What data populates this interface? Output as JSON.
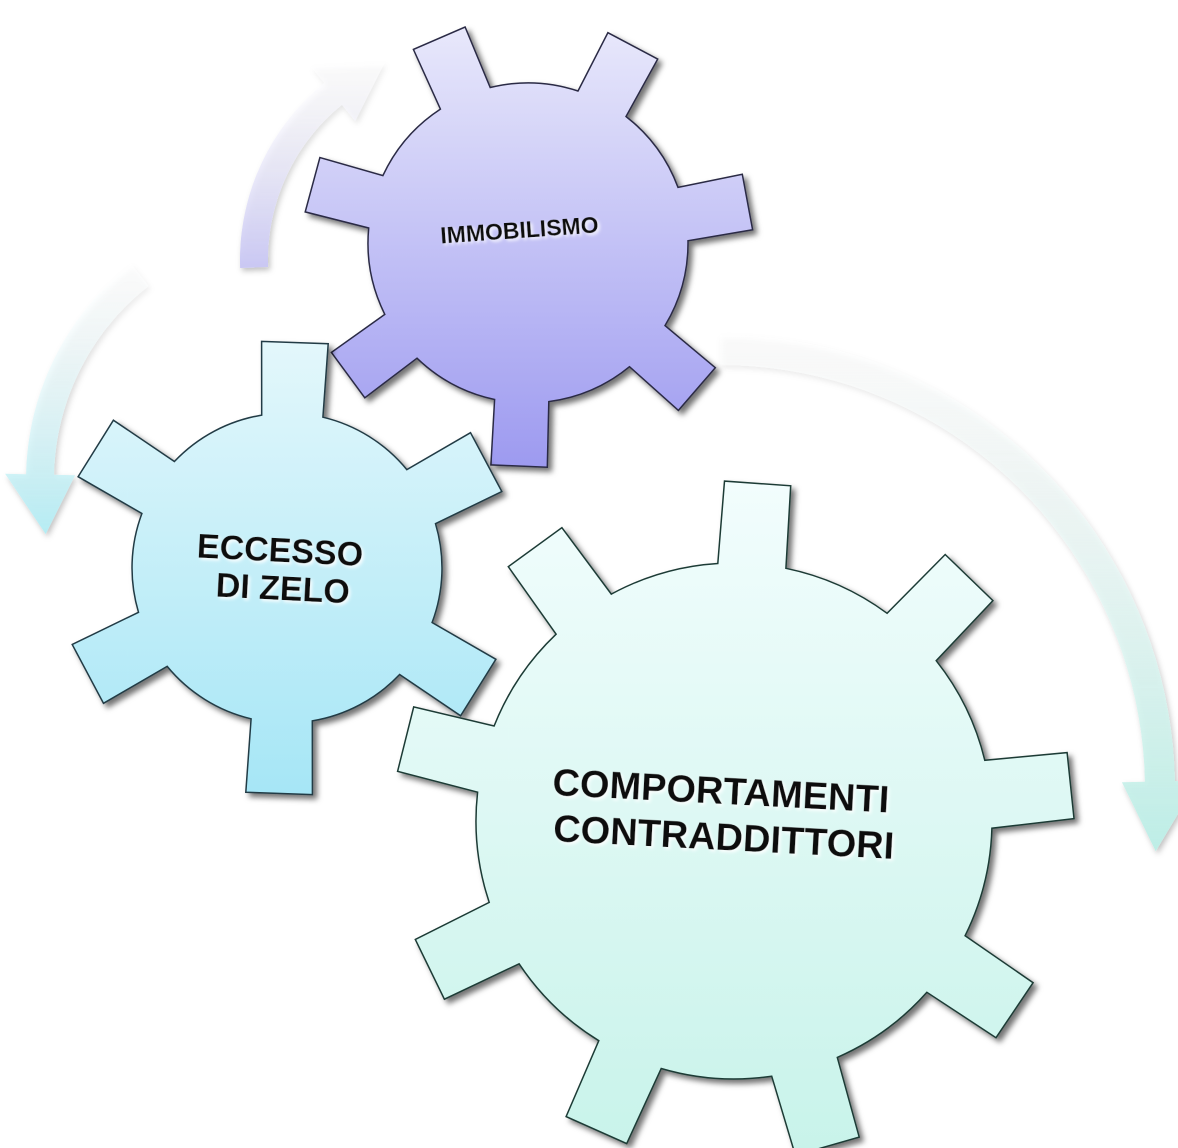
{
  "gears": [
    {
      "id": "immobilismo",
      "lines": [
        "IMMOBILISMO"
      ],
      "color_top": "#e8e8fb",
      "color_bottom": "#9d9af0"
    },
    {
      "id": "eccesso-di-zelo",
      "lines": [
        "ECCESSO",
        "DI ZELO"
      ],
      "color_top": "#e3f7fb",
      "color_bottom": "#a6e6f6"
    },
    {
      "id": "comportamenti-contraddittori",
      "lines": [
        "COMPORTAMENTI",
        "CONTRADDITTORI"
      ],
      "color_top": "#f2fdfd",
      "color_bottom": "#c8f3ea"
    }
  ],
  "arrows": [
    {
      "id": "arrow-up",
      "color": "#c9c7f3"
    },
    {
      "id": "arrow-left-down",
      "color": "#b5ecf3"
    },
    {
      "id": "arrow-right-down",
      "color": "#bdeee6"
    }
  ]
}
